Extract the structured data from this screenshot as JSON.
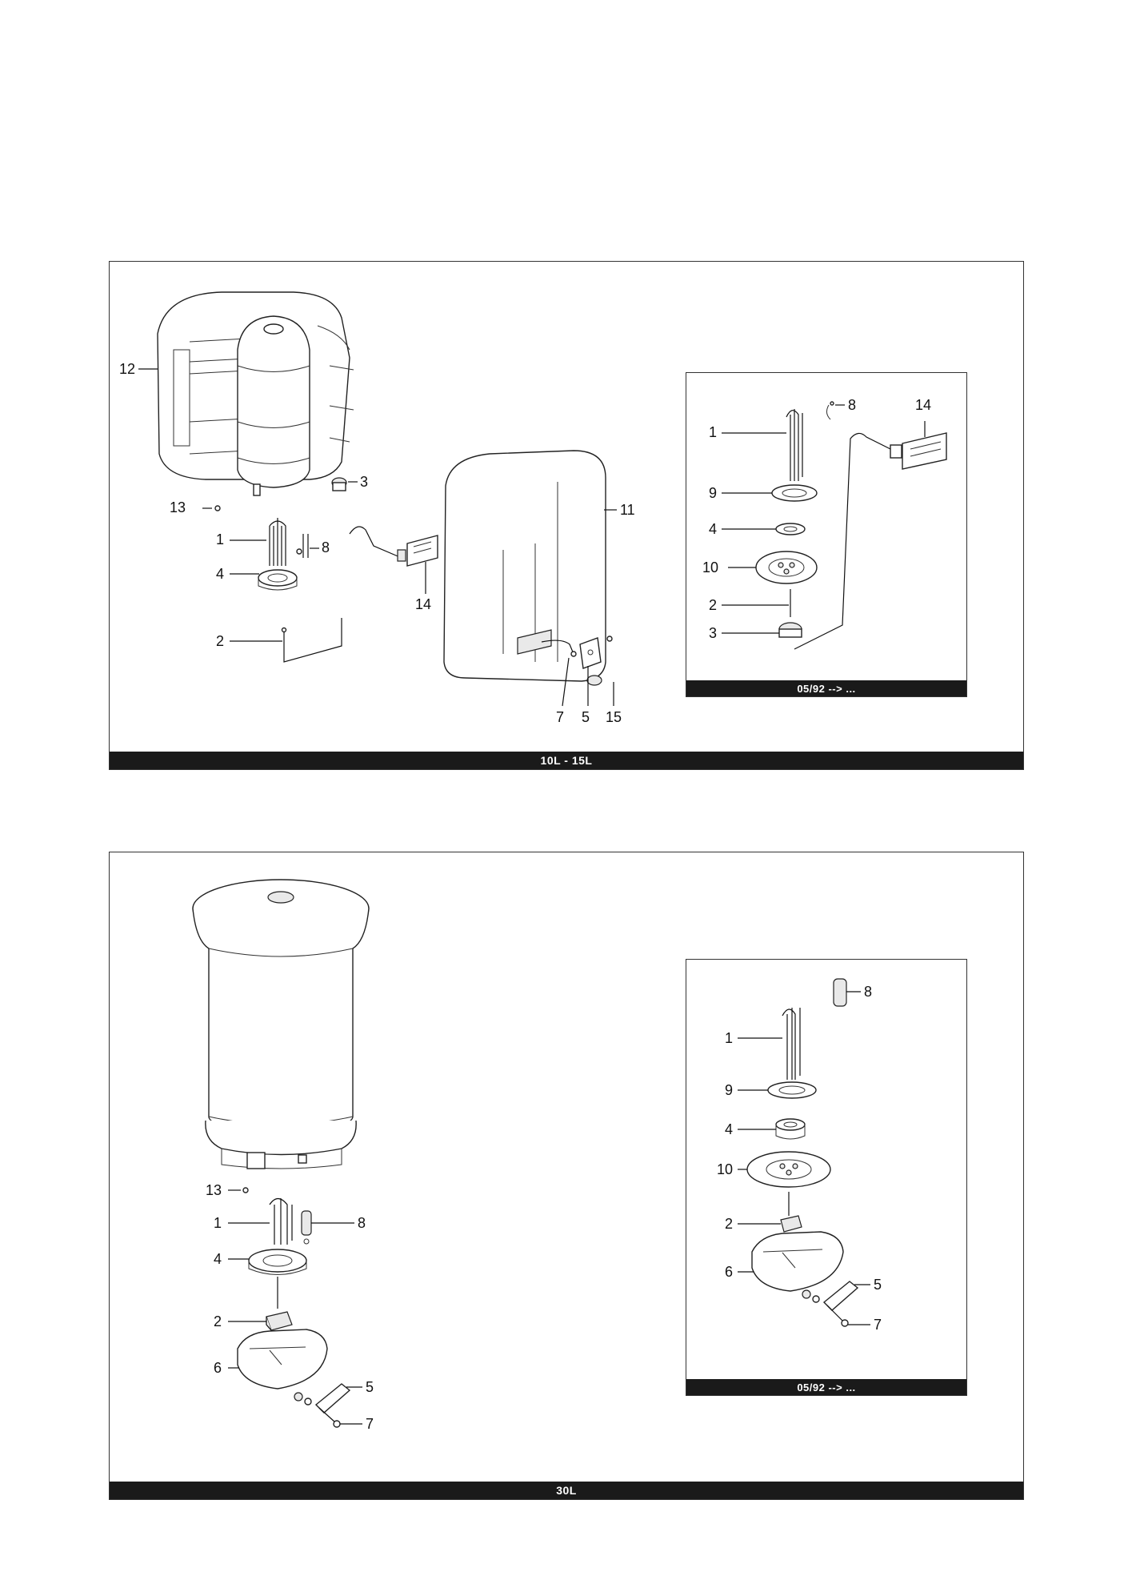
{
  "panels": [
    {
      "caption": "10L - 15L",
      "labels": [
        "12",
        "3",
        "13",
        "1",
        "8",
        "4",
        "2",
        "14",
        "11",
        "7",
        "5",
        "15"
      ],
      "inset": {
        "caption": "05/92 --> ...",
        "labels": [
          "1",
          "8",
          "14",
          "9",
          "4",
          "10",
          "2",
          "3"
        ]
      }
    },
    {
      "caption": "30L",
      "labels": [
        "13",
        "1",
        "8",
        "4",
        "2",
        "6",
        "5",
        "7"
      ],
      "inset": {
        "caption": "05/92 --> ...",
        "labels": [
          "8",
          "1",
          "9",
          "4",
          "10",
          "2",
          "6",
          "5",
          "7"
        ]
      }
    }
  ]
}
